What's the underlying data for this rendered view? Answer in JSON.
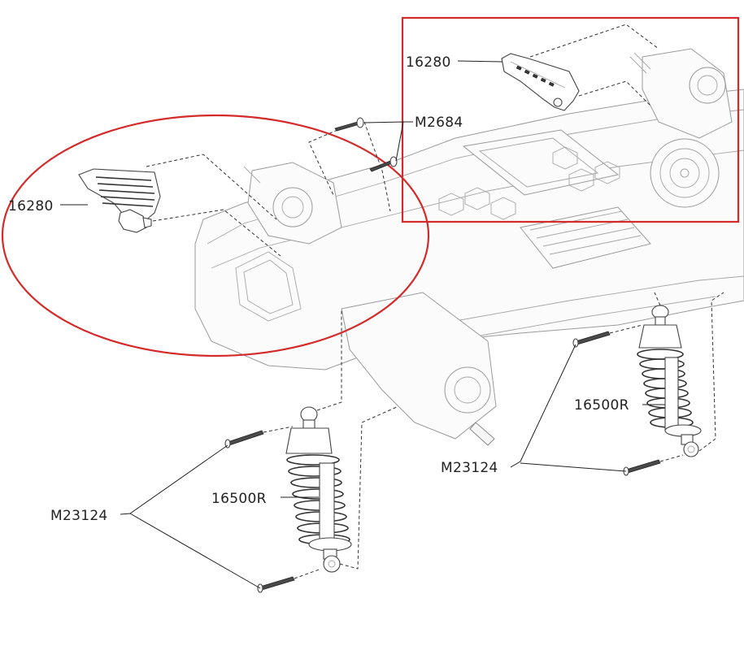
{
  "diagram": {
    "colors": {
      "highlight": "#d42a2a",
      "line": "#222222",
      "chassis": "#9a9a9a"
    },
    "labels": {
      "guard_rect": "16280",
      "guard_oval": "16280",
      "screw_top": "M2684",
      "shock_right": "16500R",
      "shock_left": "16500R",
      "screw_right": "M23124",
      "screw_left": "M23124"
    }
  }
}
